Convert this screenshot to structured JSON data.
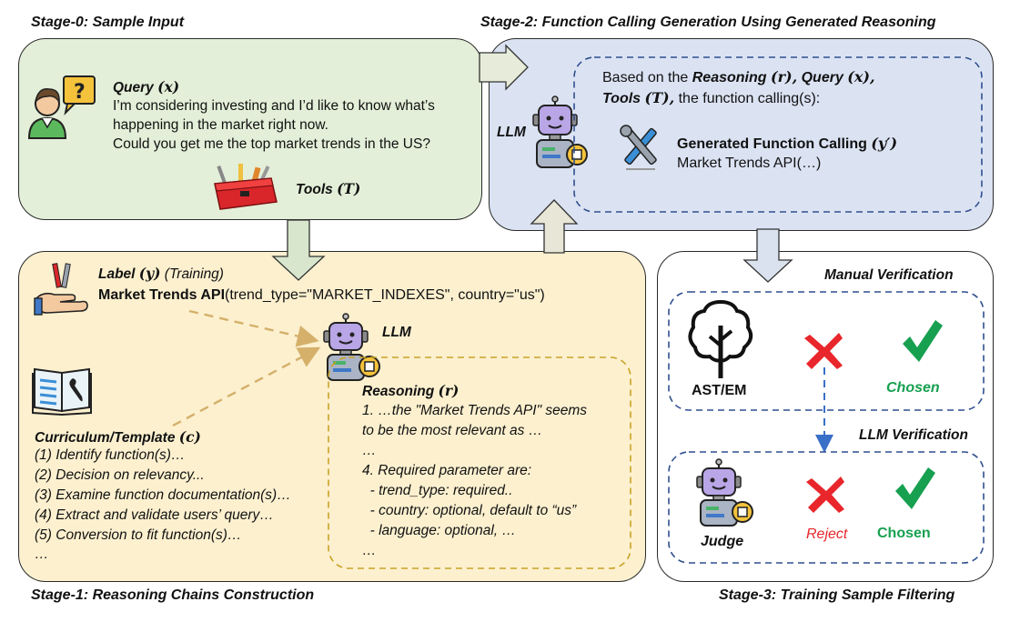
{
  "stage0": {
    "title": "Stage-0: Sample Input",
    "query_label": "Query",
    "query_symbol": "(𝒙)",
    "query_lines": [
      "I’m considering investing and I’d like to know what’s",
      "happening in the market right now.",
      "Could you get me the top market trends in the US?"
    ],
    "tools_label": "Tools",
    "tools_symbol": "(𝑻)"
  },
  "stage1": {
    "title": "Stage-1: Reasoning Chains Construction",
    "label_label": "Label",
    "label_symbol": "(𝒚)",
    "label_note": "(Training)",
    "label_api_name": "Market Trends API",
    "label_api_args": "(trend_type=\"MARKET_INDEXES\", country=\"us\")",
    "llm_label": "LLM",
    "curriculum_label": "Curriculum/Template",
    "curriculum_symbol": "(𝒄)",
    "curriculum_items": [
      "(1) Identify function(s)…",
      "(2) Decision on relevancy...",
      "(3) Examine function documentation(s)…",
      "(4) Extract and validate users’ query…",
      "(5) Conversion to fit function(s)…",
      "…"
    ],
    "reasoning_label": "Reasoning",
    "reasoning_symbol": "(𝒓)",
    "reasoning_lines": [
      "1. …the \"Market Trends API\" seems",
      "to be the most relevant as …",
      "…",
      "4. Required parameter are:",
      "  - trend_type: required..",
      "  - country: optional, default to “us”",
      "  - language: optional, …",
      "…"
    ]
  },
  "stage2": {
    "title": "Stage-2: Function Calling Generation Using Generated Reasoning",
    "llm_label": "LLM",
    "intro_prefix": "Based on the",
    "intro_reasoning": "Reasoning",
    "intro_reasoning_symbol": "(𝒓),",
    "intro_query": "Query",
    "intro_query_symbol": "(𝒙),",
    "intro_tools": "Tools",
    "intro_tools_symbol": "(𝑻),",
    "intro_suffix": "the function calling(s):",
    "generated_label": "Generated Function Calling",
    "generated_symbol": "(𝒚′)",
    "generated_value": "Market Trends API(…)"
  },
  "stage3": {
    "title": "Stage-3: Training Sample Filtering",
    "manual_title": "Manual Verification",
    "ast_label": "AST/EM",
    "chosen_label_1": "Chosen",
    "llm_title": "LLM Verification",
    "judge_label": "Judge",
    "reject_label": "Reject",
    "chosen_label_2": "Chosen"
  },
  "colors": {
    "green_panel": "#e3efd8",
    "blue_panel": "#dbe3f3",
    "yellow_panel": "#fcf0cf",
    "reject_red": "#e8262b",
    "chosen_green": "#17a050",
    "arrow_fill": "#d7e6cc",
    "dashed_blue": "#2f4f8f",
    "dashed_gold": "#c9a227"
  },
  "icons": [
    "person-question-icon",
    "toolbox-icon",
    "robot-icon",
    "tools-cross-icon",
    "hand-tools-icon",
    "manual-book-icon",
    "tree-icon",
    "reject-x-icon",
    "chosen-check-icon"
  ]
}
